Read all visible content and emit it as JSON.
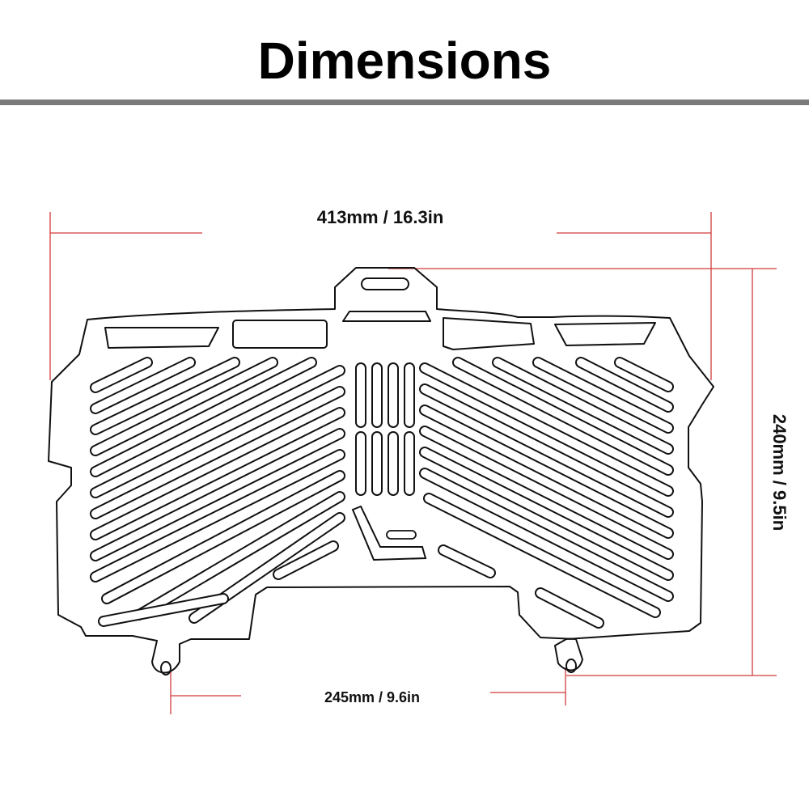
{
  "title": "Dimensions",
  "dimensions": {
    "width_top": "413mm / 16.3in",
    "height_right": "240mm / 9.5in",
    "mount_bottom": "245mm / 9.6in"
  },
  "colors": {
    "dimension_line": "#d23a3a",
    "outline": "#111111",
    "title_rule": "#7a7a7a"
  }
}
